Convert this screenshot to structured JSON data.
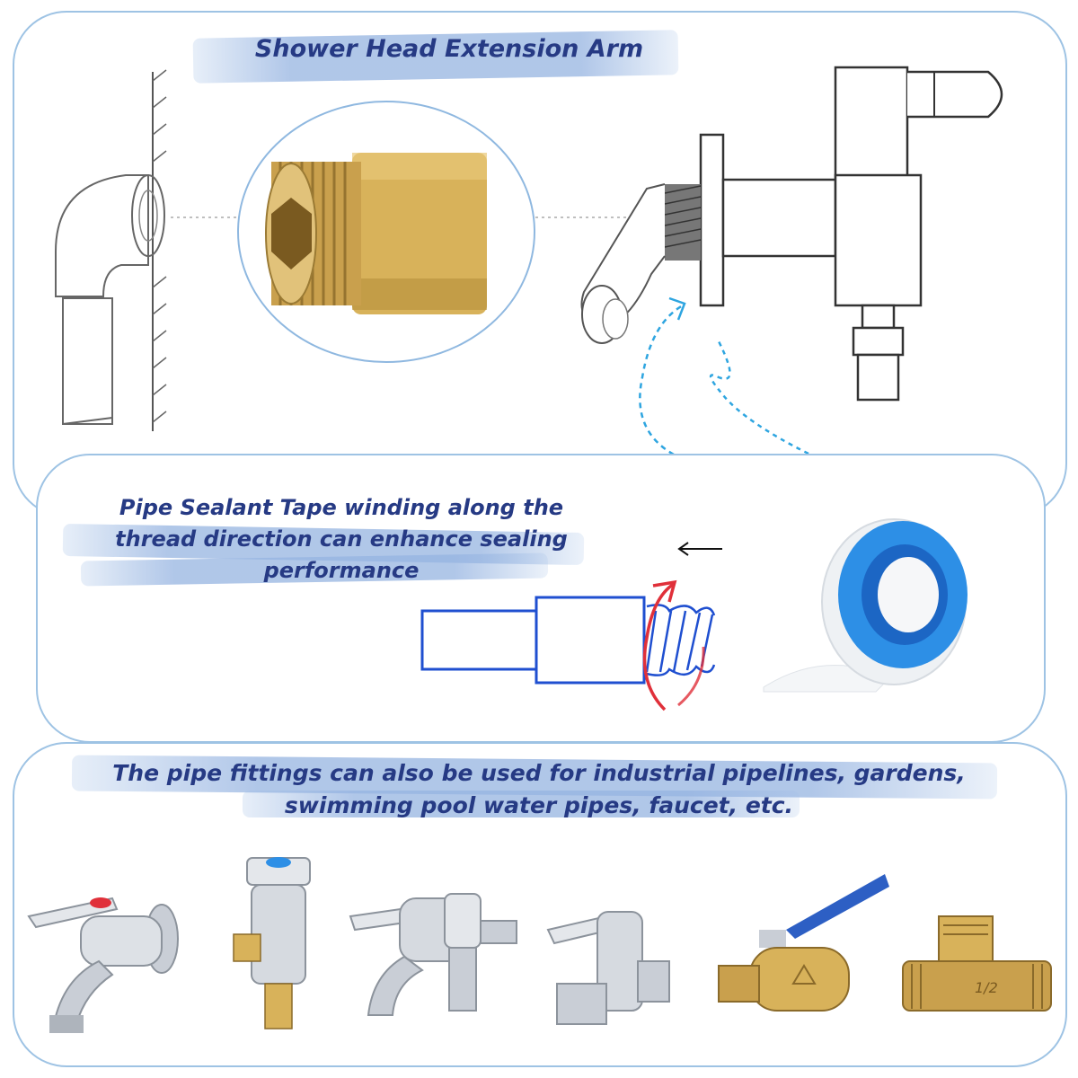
{
  "top_panel": {
    "title": "Shower Head Extension Arm"
  },
  "middle_panel": {
    "caption_line1": "Pipe Sealant Tape winding along the",
    "caption_line2": "thread direction can enhance sealing",
    "caption_line3": "performance"
  },
  "bottom_panel": {
    "caption_line1": "The pipe fittings can also be used for industrial pipelines, gardens,",
    "caption_line2": "swimming pool water pipes, faucet, etc.",
    "tee_marking": "1/2"
  },
  "colors": {
    "caption_text": "#263a84",
    "panel_border": "#9ec3e4",
    "diagram_blue": "#1f4fd0",
    "arrow_red": "#e0303a",
    "cyan_arrow": "#2ea5e0",
    "brass": "#d8b25a",
    "chrome": "#c9ced6",
    "tape_blue": "#2d8fe6"
  }
}
